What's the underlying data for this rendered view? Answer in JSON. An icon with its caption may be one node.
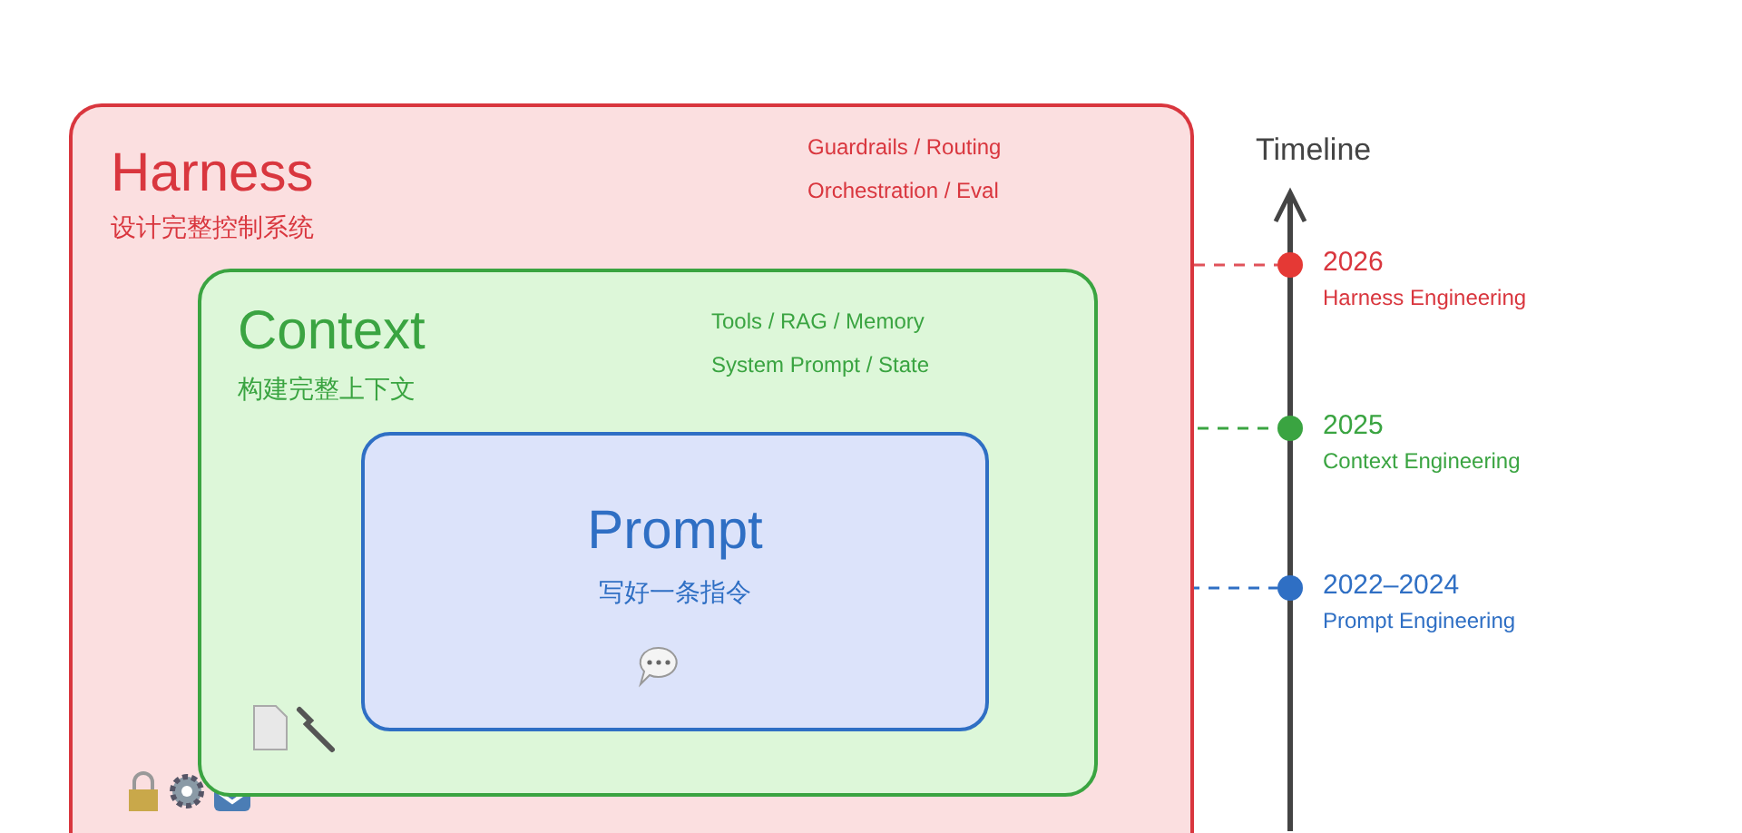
{
  "diagram": {
    "nodes": [
      {
        "text": [
          "Harness",
          "设计完整控制系统",
          "Guardrails / Routing Orchestration / Eval"
        ]
      },
      {
        "text": [
          "Context",
          "构建完整上下文",
          "Tools / RAG / Memory System Prompt / State"
        ],
        "in": 0
      },
      {
        "text": [
          "Prompt",
          "写好一条指令"
        ],
        "in": 1
      },
      {
        "text": [],
        "shape": "circle",
        "beside": [
          "2026",
          "Harness Engineering"
        ]
      },
      {
        "text": [],
        "shape": "circle",
        "beside": [
          "2025",
          "Context Engineering"
        ]
      },
      {
        "text": [],
        "shape": "circle",
        "beside": [
          "2022–2024",
          "Prompt Engineering"
        ]
      }
    ],
    "edges": [
      {
        "from": 0,
        "to": 3,
        "arrow": "none",
        "style": "dashed",
        "color": "#e0525a"
      },
      {
        "from": 1,
        "to": 4,
        "arrow": "none",
        "style": "dashed",
        "color": "#3aa441"
      },
      {
        "from": 2,
        "to": 5,
        "arrow": "none",
        "style": "dashed",
        "color": "#2f6fc4"
      }
    ],
    "labels": [
      "Timeline"
    ]
  }
}
